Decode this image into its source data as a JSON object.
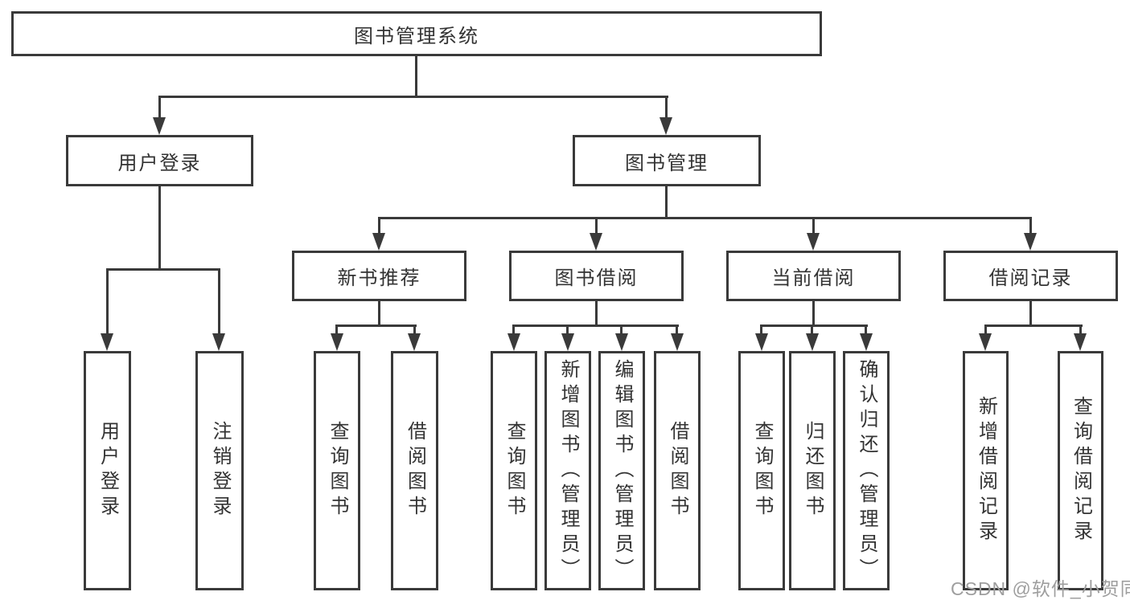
{
  "diagram": {
    "title": "图书管理系统",
    "level2": [
      {
        "label": "用户登录"
      },
      {
        "label": "图书管理"
      }
    ],
    "level3": [
      {
        "label": "新书推荐"
      },
      {
        "label": "图书借阅"
      },
      {
        "label": "当前借阅"
      },
      {
        "label": "借阅记录"
      }
    ],
    "leaves": {
      "user_login": [
        {
          "label": "用户登录"
        },
        {
          "label": "注销登录"
        }
      ],
      "new_book_recommend": [
        {
          "label": "查询图书"
        },
        {
          "label": "借阅图书"
        }
      ],
      "book_borrow": [
        {
          "label": "查询图书"
        },
        {
          "label": "新增图书（管理员）"
        },
        {
          "label": "编辑图书（管理员）"
        },
        {
          "label": "借阅图书"
        }
      ],
      "current_borrow": [
        {
          "label": "查询图书"
        },
        {
          "label": "归还图书"
        },
        {
          "label": "确认归还（管理员）"
        }
      ],
      "borrow_record": [
        {
          "label": "新增借阅记录"
        },
        {
          "label": "查询借阅记录"
        }
      ]
    },
    "watermark": "CSDN @软件_小贺同学",
    "colors": {
      "line": "#3a3a3a",
      "text": "#333333",
      "watermark": "#9e9e9e",
      "background": "#ffffff"
    }
  }
}
